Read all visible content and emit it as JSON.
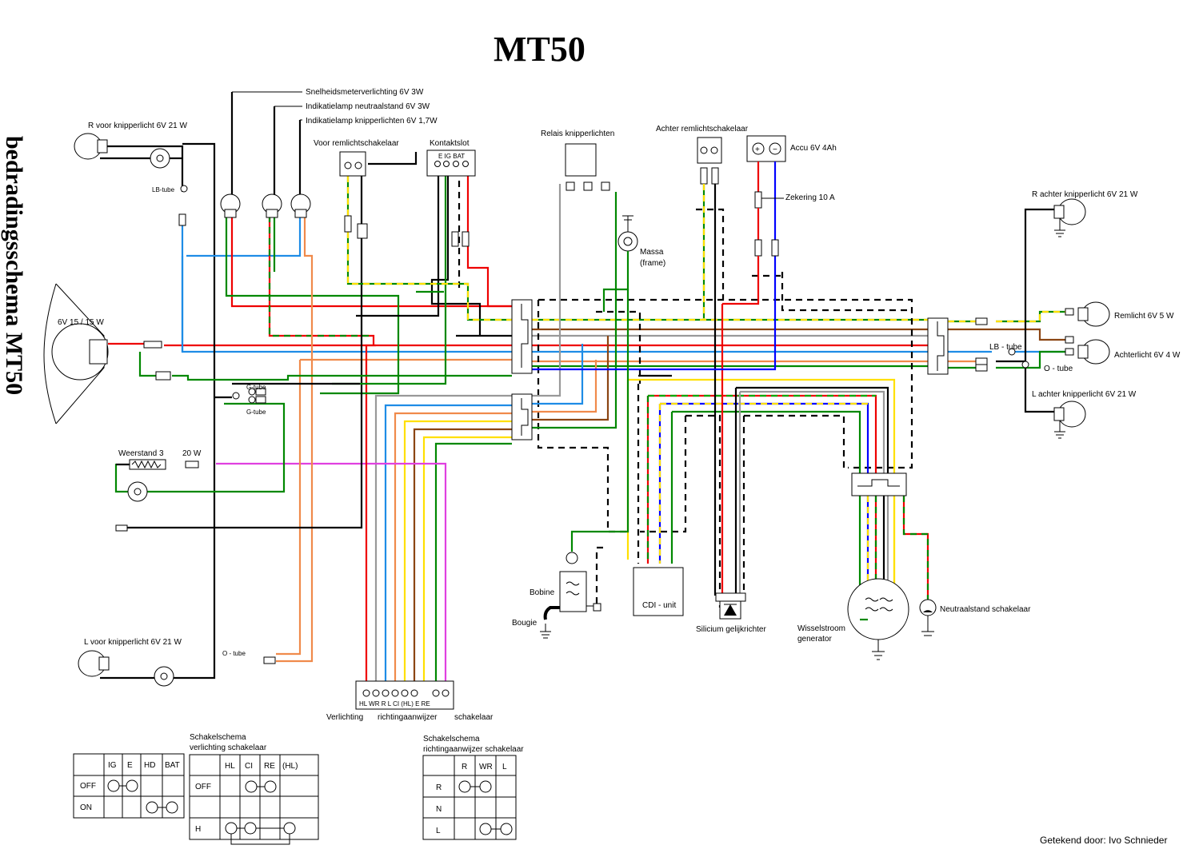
{
  "title": "MT50",
  "side_title": "bedradingsschema MT50",
  "labels": {
    "speedo": "Snelheidsmeterverlichting 6V 3W",
    "neutral_ind": "Indikatielamp neutraalstand 6V 3W",
    "turn_ind": "Indikatielamp knipperlichten 6V 1,7W",
    "front_brake": "Voor remlichtschakelaar",
    "ignition": "Kontaktslot",
    "ign_terms": "E IG BAT",
    "relay": "Relais knipperlichten",
    "rear_brake": "Achter remlichtschakelaar",
    "battery": "Accu 6V 4Ah",
    "fuse": "Zekering 10 A",
    "massa1": "Massa",
    "massa2": "(frame)",
    "r_front": "R voor knipperlicht 6V 21 W",
    "l_front": "L voor knipperlicht 6V 21 W",
    "headlight": "6V 15 / 15 W",
    "lb_tube": "LB-tube",
    "g_tube1": "G-tube",
    "g_tube2": "G-tube",
    "resistor": "Weerstand 3",
    "resistor_w": "20 W",
    "o_tube": "O - tube",
    "r_rear": "R achter knipperlicht 6V 21 W",
    "l_rear": "L achter knipperlicht 6V 21 W",
    "brakelight": "Remlicht 6V 5 W",
    "taillight": "Achterlicht 6V 4 W",
    "lb_tube_r": "LB - tube",
    "o_tube_r": "O - tube",
    "bobine": "Bobine",
    "bougie": "Bougie",
    "cdi": "CDI - unit",
    "rectifier": "Silicium gelijkrichter",
    "generator1": "Wisselstroom",
    "generator2": "generator",
    "neutral_switch": "Neutraalstand schakelaar",
    "switch_terms": "HL WR R L CI (HL) E RE",
    "verlichting": "Verlichting",
    "richting": "richtingaanwijzer",
    "schakelaar": "schakelaar",
    "sch1_title1": "Schakelschema",
    "sch1_title2": "verlichting schakelaar",
    "sch2_title1": "Schakelschema",
    "sch2_title2": "richtingaanwijzer schakelaar",
    "credit": "Getekend door:   Ivo Schnieder"
  },
  "table_ign": {
    "headers": [
      "IG",
      "E",
      "HD",
      "BAT"
    ],
    "rows": [
      "OFF",
      "ON"
    ]
  },
  "table_light": {
    "headers": [
      "HL",
      "CI",
      "RE",
      "(HL)"
    ],
    "rows": [
      "OFF",
      "H"
    ]
  },
  "table_turn": {
    "headers": [
      "R",
      "WR",
      "L"
    ],
    "rows": [
      "R",
      "N",
      "L"
    ]
  },
  "colors": {
    "black": "#000000",
    "red": "#ee0000",
    "green": "#008800",
    "blue": "#1e8ce6",
    "orange": "#f08a4b",
    "yellow": "#ffe000",
    "gray": "#999999",
    "brown": "#8b4513",
    "magenta": "#e040e0",
    "dark_blue": "#0000ff"
  }
}
